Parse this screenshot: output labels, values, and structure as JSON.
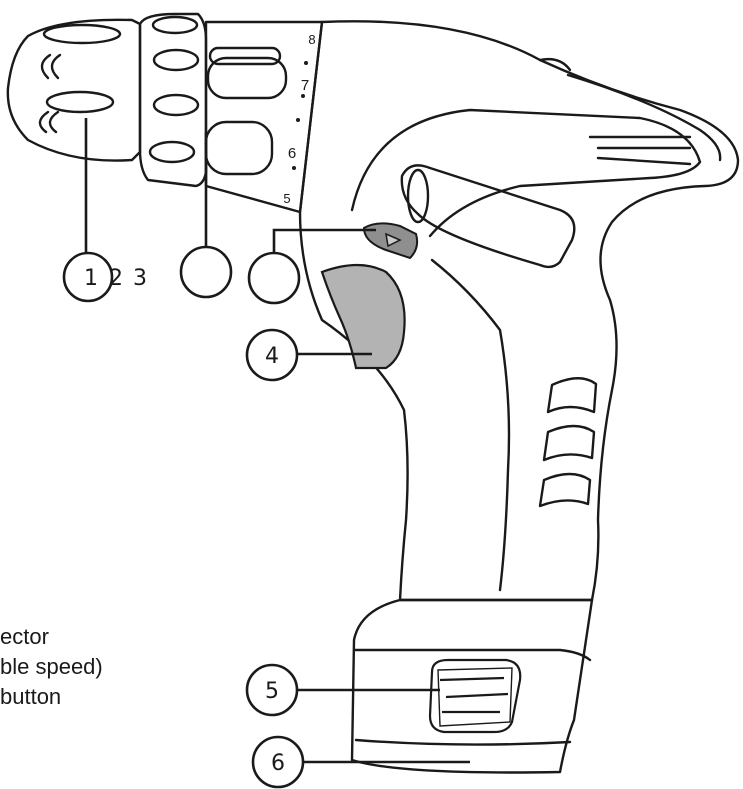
{
  "colors": {
    "outline": "#1a1a1a",
    "trigger_fill": "#b3b3b3",
    "switch_fill": "#8f8f8f",
    "background": "#ffffff"
  },
  "callouts": [
    {
      "id": "chuck",
      "label": "1"
    },
    {
      "id": "collar",
      "label": ""
    },
    {
      "id": "direction-switch",
      "label": ""
    },
    {
      "id": "trigger",
      "label": "4"
    },
    {
      "id": "battery-release",
      "label": "5"
    },
    {
      "id": "battery",
      "label": "6"
    }
  ],
  "extra_labels": [
    "2",
    "3"
  ],
  "torque_scale": [
    "8",
    "7",
    "6",
    "5"
  ],
  "legend": [
    "ector",
    "ble speed)",
    " button"
  ]
}
